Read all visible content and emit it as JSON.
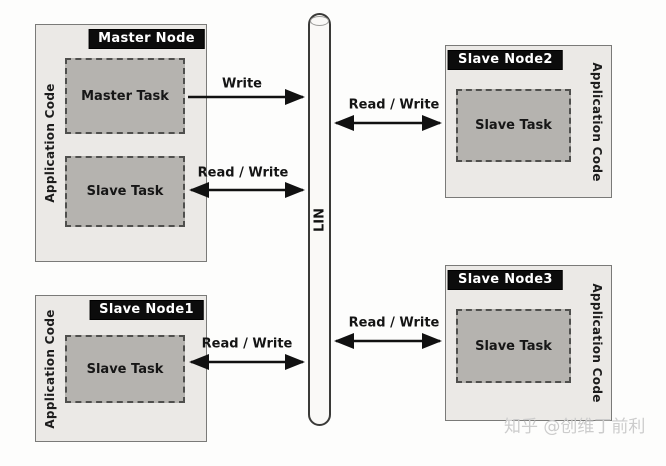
{
  "nodes": {
    "master": {
      "title": "Master Node",
      "side_label": "Application Code",
      "tasks": {
        "master_task": "Master Task",
        "slave_task": "Slave Task"
      }
    },
    "slave1": {
      "title": "Slave Node1",
      "side_label": "Application Code",
      "task": "Slave Task"
    },
    "slave2": {
      "title": "Slave Node2",
      "side_label": "Application Code",
      "task": "Slave Task"
    },
    "slave3": {
      "title": "Slave Node3",
      "side_label": "Application Code",
      "task": "Slave Task"
    }
  },
  "bus": {
    "label": "LIN"
  },
  "arrows": {
    "master_write": {
      "label": "Write",
      "type": "single"
    },
    "master_read_write": {
      "label": "Read / Write",
      "type": "double"
    },
    "slave2_read_write": {
      "label": "Read / Write",
      "type": "double"
    },
    "slave1_read_write": {
      "label": "Read / Write",
      "type": "double"
    },
    "slave3_read_write": {
      "label": "Read / Write",
      "type": "double"
    }
  },
  "watermark": "知乎 @创维丁前利",
  "colors": {
    "node_bg": "#ebe9e6",
    "task_bg": "#b5b3af",
    "header_bg": "#0c0c0c",
    "header_text": "#ffffff",
    "arrow": "#111111"
  }
}
